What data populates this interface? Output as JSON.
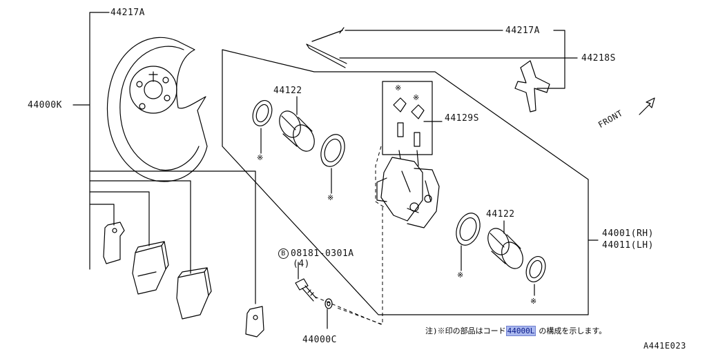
{
  "labels": {
    "p44217a_top": "44217A",
    "p44217a_right": "44217A",
    "p44218s": "44218S",
    "p44000k": "44000K",
    "p44122_top": "44122",
    "p44129s": "44129S",
    "p44122_bottom": "44122",
    "p44001": "44001(RH)",
    "p44011": "44011(LH)",
    "bolt_code": "08181-0301A",
    "bolt_circle": "B",
    "bolt_qty": "(4)",
    "p44000c": "44000C",
    "front": "FRONT"
  },
  "note": {
    "prefix": "注)※印の部品はコード",
    "code": "44000L",
    "suffix": "の構成を示します。"
  },
  "marks": {
    "symbol": "※"
  },
  "diagram_id": "A441E023"
}
